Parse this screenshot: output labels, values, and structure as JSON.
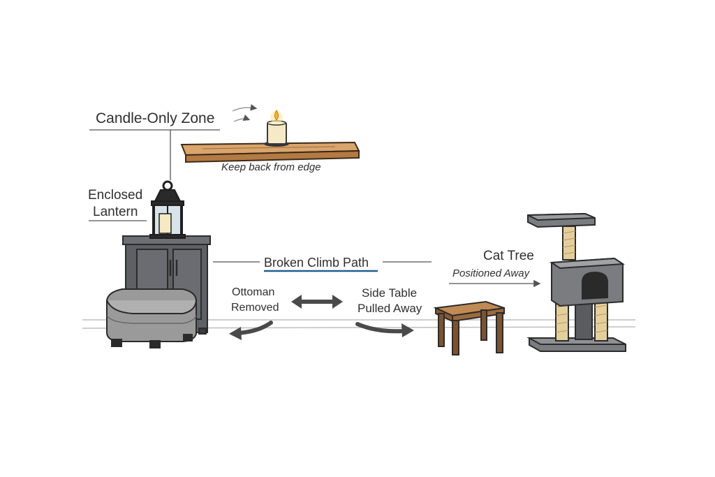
{
  "labels": {
    "candle_zone": "Candle-Only Zone",
    "shelf_note": "Keep back from edge",
    "lantern_line1": "Enclosed",
    "lantern_line2": "Lantern",
    "climb_path": "Broken Climb Path",
    "ottoman_line1": "Ottoman",
    "ottoman_line2": "Removed",
    "side_table_line1": "Side Table",
    "side_table_line2": "Pulled Away",
    "cat_tree_line1": "Cat Tree",
    "cat_tree_line2": "Positioned Away"
  },
  "colors": {
    "ink": "#2b2b2b",
    "cabinet": "#5e6066",
    "ottoman": "#9a9a9a",
    "wood": "#b9854e",
    "table_wood": "#7b5331",
    "sisal": "#e4cf9c",
    "candle": "#f6e9c6",
    "flame": "#f4b33a",
    "accent_underline": "#1f5f8f",
    "arrow": "#4a4a4a"
  },
  "icons": [
    "floating-shelf",
    "pillar-candle-icon",
    "lantern-icon",
    "cabinet",
    "ottoman",
    "side-table",
    "cat-tree",
    "double-arrow-icon",
    "curved-arrow-icon"
  ]
}
